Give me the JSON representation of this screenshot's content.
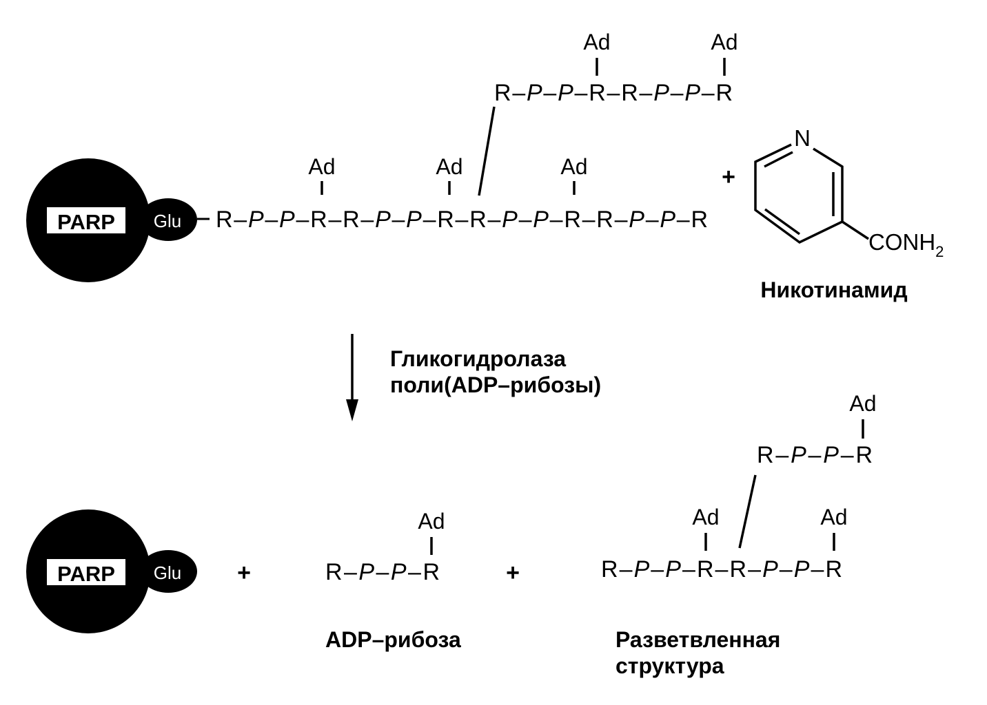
{
  "enzyme": {
    "label": "PARP",
    "anchor": "Glu"
  },
  "main_chain": "R–P–P–R–R–P–P–R–R–P–P–R–R–P–P–R",
  "upper_branch_chain": "R–P–P–R–R–P–P–R",
  "adenine_label": "Ad",
  "plus_sign": "+",
  "nicotinamide": {
    "ring_atom": "N",
    "substituent": "CONH",
    "subscript": "2",
    "name": "Никотинамид"
  },
  "enzyme_arrow": {
    "line1": "Гликогидролаза",
    "line2": "поли(ADP–рибозы)"
  },
  "products": {
    "adp_ribose_chain": "R–P–P–R",
    "adp_ribose_name": "ADP–рибоза",
    "branched_upper_chain": "R–P–P–R",
    "branched_lower_chain": "R–P–P–R–R–P–P–R",
    "branched_name_line1": "Разветвленная",
    "branched_name_line2": "структура"
  },
  "colors": {
    "ink": "#000000",
    "paper": "#ffffff"
  }
}
